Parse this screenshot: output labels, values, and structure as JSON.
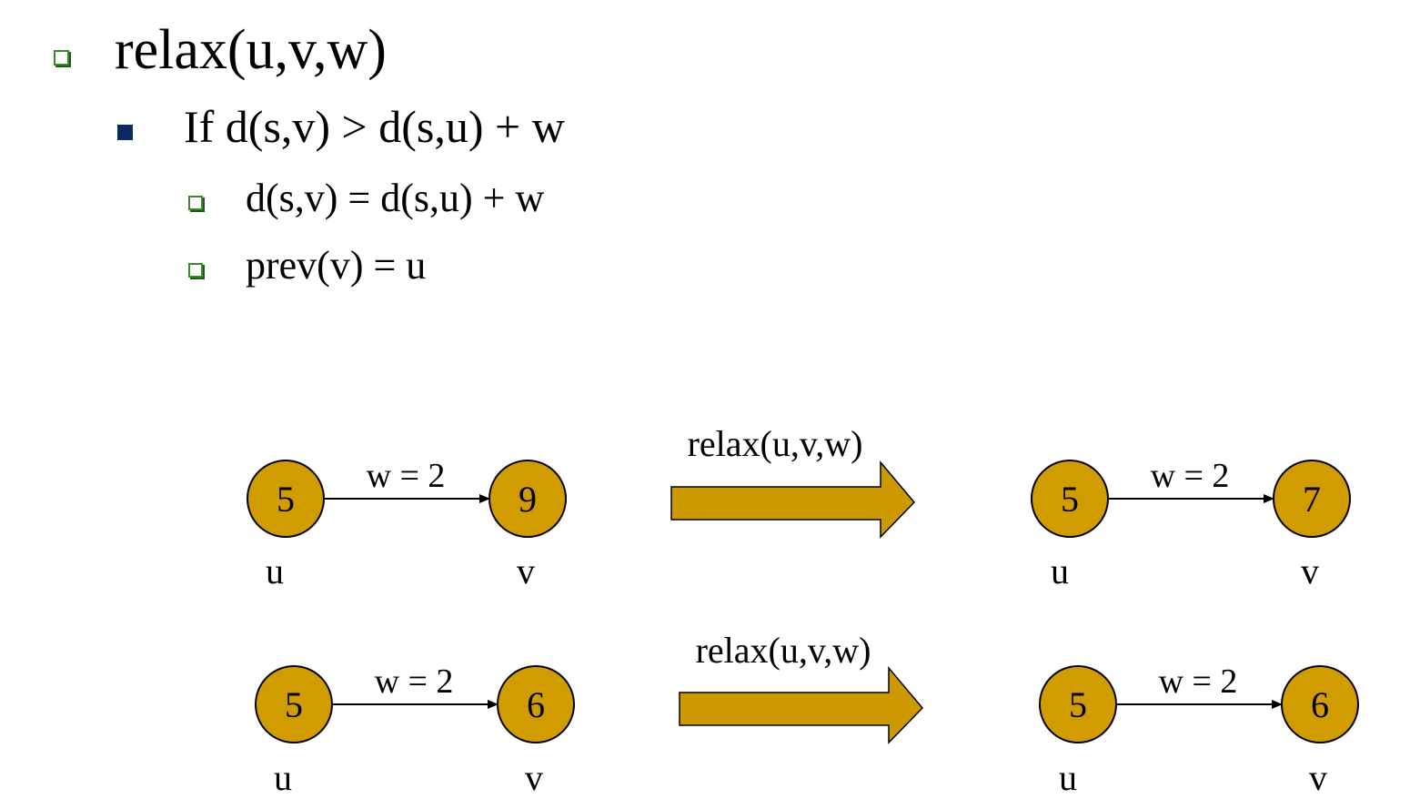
{
  "bullets": {
    "level1": "relax(u,v,w)",
    "level2": "If d(s,v) > d(s,u) + w",
    "level3": [
      "d(s,v) = d(s,u) + w",
      "prev(v) = u"
    ]
  },
  "colors": {
    "node_fill": "#d19c00",
    "arrow_fill": "#cc9900",
    "bullet_hollow": "#3a8a2c",
    "bullet_solid": "#0a2a66"
  },
  "examples": [
    {
      "before": {
        "u_value": "5",
        "v_value": "9",
        "weight": "w = 2",
        "u_label": "u",
        "v_label": "v"
      },
      "operation": "relax(u,v,w)",
      "after": {
        "u_value": "5",
        "v_value": "7",
        "weight": "w = 2",
        "u_label": "u",
        "v_label": "v"
      }
    },
    {
      "before": {
        "u_value": "5",
        "v_value": "6",
        "weight": "w = 2",
        "u_label": "u",
        "v_label": "v"
      },
      "operation": "relax(u,v,w)",
      "after": {
        "u_value": "5",
        "v_value": "6",
        "weight": "w = 2",
        "u_label": "u",
        "v_label": "v"
      }
    }
  ]
}
